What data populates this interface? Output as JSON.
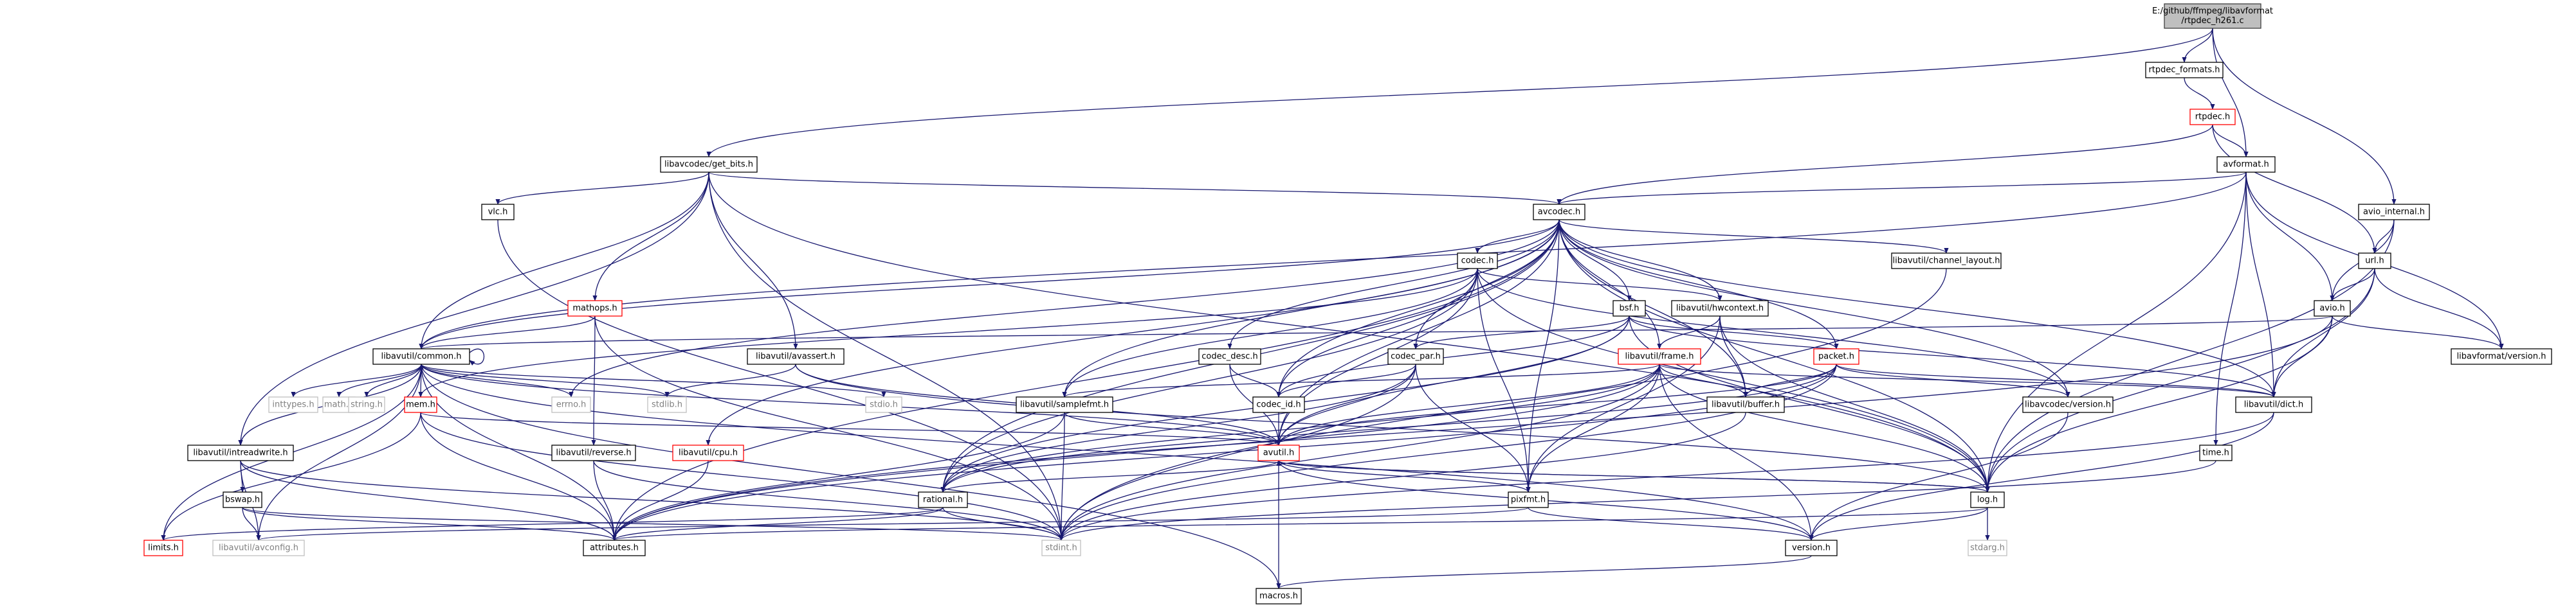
{
  "diagram": {
    "colors": {
      "edge": "#191970",
      "root_fill": "#bfbfbf",
      "missing_border": "#ff0000",
      "system_border": "#bfbfbf"
    },
    "nodes": [
      {
        "id": "root",
        "label": "E:/github/ffmpeg/libavformat\n/rtpdec_h261.c",
        "kind": "root"
      },
      {
        "id": "rtpdec_formats",
        "label": "rtpdec_formats.h"
      },
      {
        "id": "rtpdec",
        "label": "rtpdec.h",
        "kind": "missing"
      },
      {
        "id": "avformat",
        "label": "avformat.h"
      },
      {
        "id": "get_bits",
        "label": "libavcodec/get_bits.h"
      },
      {
        "id": "avio_internal",
        "label": "avio_internal.h"
      },
      {
        "id": "vlc",
        "label": "vlc.h"
      },
      {
        "id": "avcodec",
        "label": "avcodec.h"
      },
      {
        "id": "url",
        "label": "url.h"
      },
      {
        "id": "codec",
        "label": "codec.h"
      },
      {
        "id": "ch_layout",
        "label": "libavutil/channel_layout.h"
      },
      {
        "id": "mathops",
        "label": "mathops.h",
        "kind": "missing"
      },
      {
        "id": "bsf",
        "label": "bsf.h"
      },
      {
        "id": "hwcontext",
        "label": "libavutil/hwcontext.h"
      },
      {
        "id": "avio",
        "label": "avio.h"
      },
      {
        "id": "common",
        "label": "libavutil/common.h"
      },
      {
        "id": "avassert",
        "label": "libavutil/avassert.h"
      },
      {
        "id": "codec_desc",
        "label": "codec_desc.h"
      },
      {
        "id": "codec_par",
        "label": "codec_par.h"
      },
      {
        "id": "packet",
        "label": "packet.h",
        "kind": "missing"
      },
      {
        "id": "frame",
        "label": "libavutil/frame.h",
        "kind": "missing"
      },
      {
        "id": "lavf_version",
        "label": "libavformat/version.h"
      },
      {
        "id": "inttypes",
        "label": "inttypes.h",
        "kind": "sys"
      },
      {
        "id": "math",
        "label": "math.h",
        "kind": "sys"
      },
      {
        "id": "string",
        "label": "string.h",
        "kind": "sys"
      },
      {
        "id": "mem",
        "label": "mem.h",
        "kind": "missing"
      },
      {
        "id": "errno",
        "label": "errno.h",
        "kind": "sys"
      },
      {
        "id": "stdlib",
        "label": "stdlib.h",
        "kind": "sys"
      },
      {
        "id": "stdio",
        "label": "stdio.h",
        "kind": "sys"
      },
      {
        "id": "codec_id",
        "label": "codec_id.h"
      },
      {
        "id": "samplefmt",
        "label": "libavutil/samplefmt.h"
      },
      {
        "id": "buffer",
        "label": "libavutil/buffer.h"
      },
      {
        "id": "lavc_version",
        "label": "libavcodec/version.h"
      },
      {
        "id": "dict",
        "label": "libavutil/dict.h"
      },
      {
        "id": "intreadwrite",
        "label": "libavutil/intreadwrite.h"
      },
      {
        "id": "reverse",
        "label": "libavutil/reverse.h"
      },
      {
        "id": "cpu",
        "label": "libavutil/cpu.h",
        "kind": "missing"
      },
      {
        "id": "avutil",
        "label": "avutil.h",
        "kind": "missing"
      },
      {
        "id": "time",
        "label": "time.h"
      },
      {
        "id": "bswap",
        "label": "bswap.h"
      },
      {
        "id": "rational",
        "label": "rational.h"
      },
      {
        "id": "pixfmt",
        "label": "pixfmt.h"
      },
      {
        "id": "log",
        "label": "log.h"
      },
      {
        "id": "limits",
        "label": "limits.h",
        "kind": "missing"
      },
      {
        "id": "avconfig",
        "label": "libavutil/avconfig.h",
        "kind": "sys"
      },
      {
        "id": "attributes",
        "label": "attributes.h"
      },
      {
        "id": "stdint",
        "label": "stdint.h",
        "kind": "sys"
      },
      {
        "id": "version",
        "label": "version.h"
      },
      {
        "id": "stdarg",
        "label": "stdarg.h",
        "kind": "sys"
      },
      {
        "id": "macros",
        "label": "macros.h"
      }
    ],
    "edges": [
      [
        "root",
        "rtpdec_formats"
      ],
      [
        "root",
        "avformat"
      ],
      [
        "root",
        "get_bits"
      ],
      [
        "root",
        "avio_internal"
      ],
      [
        "rtpdec_formats",
        "rtpdec"
      ],
      [
        "rtpdec",
        "avformat"
      ],
      [
        "rtpdec",
        "avcodec"
      ],
      [
        "rtpdec",
        "url"
      ],
      [
        "avformat",
        "avcodec"
      ],
      [
        "avformat",
        "avio"
      ],
      [
        "avformat",
        "dict"
      ],
      [
        "avformat",
        "lavf_version"
      ],
      [
        "avformat",
        "time"
      ],
      [
        "avformat",
        "log"
      ],
      [
        "avformat",
        "common"
      ],
      [
        "avio_internal",
        "avio"
      ],
      [
        "avio_internal",
        "url"
      ],
      [
        "avio_internal",
        "log"
      ],
      [
        "get_bits",
        "vlc"
      ],
      [
        "get_bits",
        "avcodec"
      ],
      [
        "get_bits",
        "mathops"
      ],
      [
        "get_bits",
        "common"
      ],
      [
        "get_bits",
        "avassert"
      ],
      [
        "get_bits",
        "intreadwrite"
      ],
      [
        "get_bits",
        "stdint"
      ],
      [
        "get_bits",
        "log"
      ],
      [
        "vlc",
        "stdint"
      ],
      [
        "url",
        "avio"
      ],
      [
        "url",
        "dict"
      ],
      [
        "url",
        "lavf_version"
      ],
      [
        "url",
        "log"
      ],
      [
        "avio",
        "dict"
      ],
      [
        "avio",
        "lavf_version"
      ],
      [
        "avio",
        "common"
      ],
      [
        "avio",
        "log"
      ],
      [
        "avio",
        "attributes"
      ],
      [
        "avcodec",
        "codec"
      ],
      [
        "avcodec",
        "ch_layout"
      ],
      [
        "avcodec",
        "bsf"
      ],
      [
        "avcodec",
        "hwcontext"
      ],
      [
        "avcodec",
        "codec_desc"
      ],
      [
        "avcodec",
        "codec_par"
      ],
      [
        "avcodec",
        "packet"
      ],
      [
        "avcodec",
        "frame"
      ],
      [
        "avcodec",
        "samplefmt"
      ],
      [
        "avcodec",
        "buffer"
      ],
      [
        "avcodec",
        "lavc_version"
      ],
      [
        "avcodec",
        "dict"
      ],
      [
        "avcodec",
        "avutil"
      ],
      [
        "avcodec",
        "codec_id"
      ],
      [
        "avcodec",
        "log"
      ],
      [
        "avcodec",
        "pixfmt"
      ],
      [
        "avcodec",
        "rational"
      ],
      [
        "avcodec",
        "attributes"
      ],
      [
        "avcodec",
        "errno"
      ],
      [
        "avcodec",
        "cpu"
      ],
      [
        "avcodec",
        "common"
      ],
      [
        "codec",
        "hwcontext"
      ],
      [
        "codec",
        "samplefmt"
      ],
      [
        "codec",
        "avutil"
      ],
      [
        "codec",
        "codec_id"
      ],
      [
        "codec",
        "pixfmt"
      ],
      [
        "codec",
        "rational"
      ],
      [
        "codec",
        "log"
      ],
      [
        "codec",
        "lavc_version"
      ],
      [
        "codec",
        "mem"
      ],
      [
        "ch_layout",
        "stdint"
      ],
      [
        "mathops",
        "common"
      ],
      [
        "mathops",
        "stdint"
      ],
      [
        "mathops",
        "reverse"
      ],
      [
        "bsf",
        "codec_par"
      ],
      [
        "bsf",
        "packet"
      ],
      [
        "bsf",
        "dict"
      ],
      [
        "bsf",
        "codec_id"
      ],
      [
        "bsf",
        "rational"
      ],
      [
        "bsf",
        "log"
      ],
      [
        "bsf",
        "avutil"
      ],
      [
        "hwcontext",
        "buffer"
      ],
      [
        "hwcontext",
        "frame"
      ],
      [
        "hwcontext",
        "log"
      ],
      [
        "hwcontext",
        "pixfmt"
      ],
      [
        "common",
        "inttypes"
      ],
      [
        "common",
        "math"
      ],
      [
        "common",
        "string"
      ],
      [
        "common",
        "mem"
      ],
      [
        "common",
        "errno"
      ],
      [
        "common",
        "stdlib"
      ],
      [
        "common",
        "stdio"
      ],
      [
        "common",
        "limits"
      ],
      [
        "common",
        "avconfig"
      ],
      [
        "common",
        "attributes"
      ],
      [
        "common",
        "macros"
      ],
      [
        "common",
        "version"
      ],
      [
        "common",
        "common"
      ],
      [
        "common",
        "intreadwrite"
      ],
      [
        "avassert",
        "stdlib"
      ],
      [
        "avassert",
        "avutil"
      ],
      [
        "avassert",
        "log"
      ],
      [
        "codec_desc",
        "codec_id"
      ],
      [
        "codec_desc",
        "avutil"
      ],
      [
        "codec_par",
        "codec_id"
      ],
      [
        "codec_par",
        "avutil"
      ],
      [
        "codec_par",
        "rational"
      ],
      [
        "codec_par",
        "pixfmt"
      ],
      [
        "codec_par",
        "stdint"
      ],
      [
        "packet",
        "buffer"
      ],
      [
        "packet",
        "dict"
      ],
      [
        "packet",
        "lavc_version"
      ],
      [
        "packet",
        "attributes"
      ],
      [
        "packet",
        "stdint"
      ],
      [
        "packet",
        "rational"
      ],
      [
        "packet",
        "avutil"
      ],
      [
        "frame",
        "buffer"
      ],
      [
        "frame",
        "dict"
      ],
      [
        "frame",
        "avutil"
      ],
      [
        "frame",
        "samplefmt"
      ],
      [
        "frame",
        "pixfmt"
      ],
      [
        "frame",
        "rational"
      ],
      [
        "frame",
        "log"
      ],
      [
        "frame",
        "version"
      ],
      [
        "frame",
        "stdint"
      ],
      [
        "frame",
        "attributes"
      ],
      [
        "mem",
        "limits"
      ],
      [
        "mem",
        "stdint"
      ],
      [
        "mem",
        "attributes"
      ],
      [
        "mem",
        "avutil"
      ],
      [
        "samplefmt",
        "avutil"
      ],
      [
        "samplefmt",
        "attributes"
      ],
      [
        "samplefmt",
        "stdint"
      ],
      [
        "codec_id",
        "avutil"
      ],
      [
        "buffer",
        "stdint"
      ],
      [
        "lavc_version",
        "version"
      ],
      [
        "dict",
        "stdint"
      ],
      [
        "dict",
        "version"
      ],
      [
        "intreadwrite",
        "bswap"
      ],
      [
        "intreadwrite",
        "avconfig"
      ],
      [
        "intreadwrite",
        "attributes"
      ],
      [
        "intreadwrite",
        "stdint"
      ],
      [
        "reverse",
        "stdint"
      ],
      [
        "reverse",
        "attributes"
      ],
      [
        "cpu",
        "attributes"
      ],
      [
        "avutil",
        "rational"
      ],
      [
        "avutil",
        "pixfmt"
      ],
      [
        "avutil",
        "log"
      ],
      [
        "avutil",
        "version"
      ],
      [
        "avutil",
        "macros"
      ],
      [
        "avutil",
        "common"
      ],
      [
        "time",
        "stdint"
      ],
      [
        "bswap",
        "avconfig"
      ],
      [
        "bswap",
        "attributes"
      ],
      [
        "bswap",
        "stdint"
      ],
      [
        "rational",
        "stdint"
      ],
      [
        "rational",
        "limits"
      ],
      [
        "rational",
        "attributes"
      ],
      [
        "pixfmt",
        "avconfig"
      ],
      [
        "pixfmt",
        "version"
      ],
      [
        "log",
        "stdarg"
      ],
      [
        "log",
        "attributes"
      ],
      [
        "log",
        "version"
      ],
      [
        "log",
        "avutil"
      ],
      [
        "version",
        "macros"
      ]
    ]
  }
}
